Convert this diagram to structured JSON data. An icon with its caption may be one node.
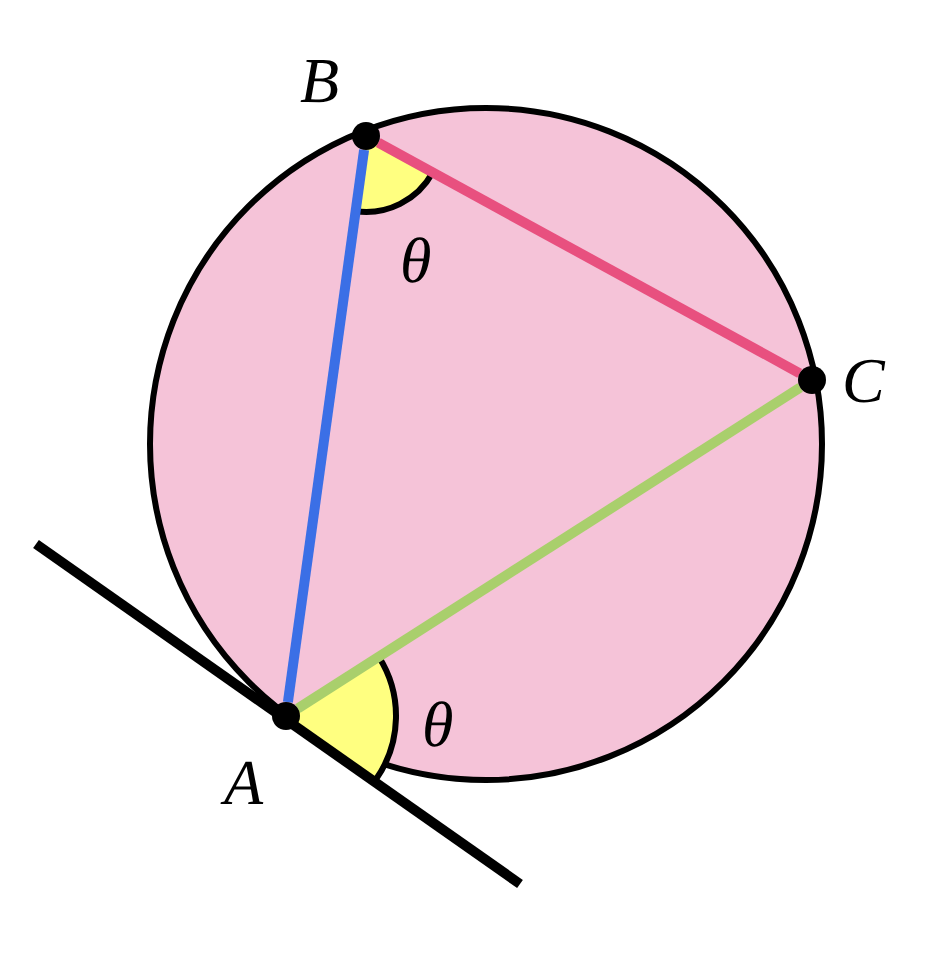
{
  "diagram": {
    "nodes": [
      {
        "text": [
          "B"
        ]
      },
      {
        "text": [
          "C"
        ]
      },
      {
        "text": [
          "A"
        ]
      }
    ],
    "edges": [
      {
        "from": 0,
        "to": 2,
        "arrow": "none",
        "color": "#3b6fe6"
      },
      {
        "from": 0,
        "to": 1,
        "arrow": "none",
        "color": "#e8507f"
      },
      {
        "from": 1,
        "to": 2,
        "arrow": "none",
        "color": "#a9cf6c"
      }
    ],
    "labels": [
      "θ",
      "θ"
    ]
  }
}
